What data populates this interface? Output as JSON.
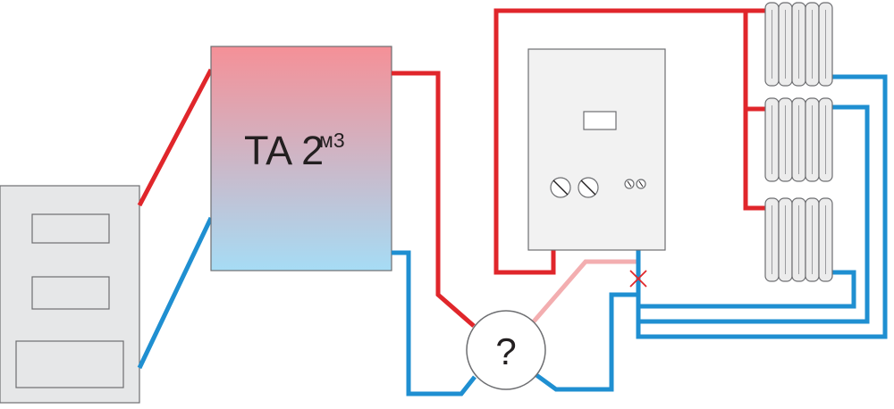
{
  "colors": {
    "hot_pipe": "#e0262b",
    "cold_pipe": "#1f8fd1",
    "return_faded": "#f3aeb0",
    "tank_top": "#f59097",
    "tank_bottom": "#a6dcf5",
    "stove_body": "#e6e7e8",
    "boiler_body": "#f2f2f2",
    "radiator_fill": "#ececec",
    "closed_valve_mark": "#e0262b"
  },
  "stove": {
    "icon": "solid-fuel-stove-icon"
  },
  "tank": {
    "label": "TA 2",
    "unit": "м3"
  },
  "mixer": {
    "label": "?"
  },
  "boiler": {
    "icon": "electric-boiler-icon"
  },
  "radiators": {
    "count": 3,
    "icon": "radiator-icon"
  },
  "valve": {
    "mark": "closed-valve-icon"
  }
}
